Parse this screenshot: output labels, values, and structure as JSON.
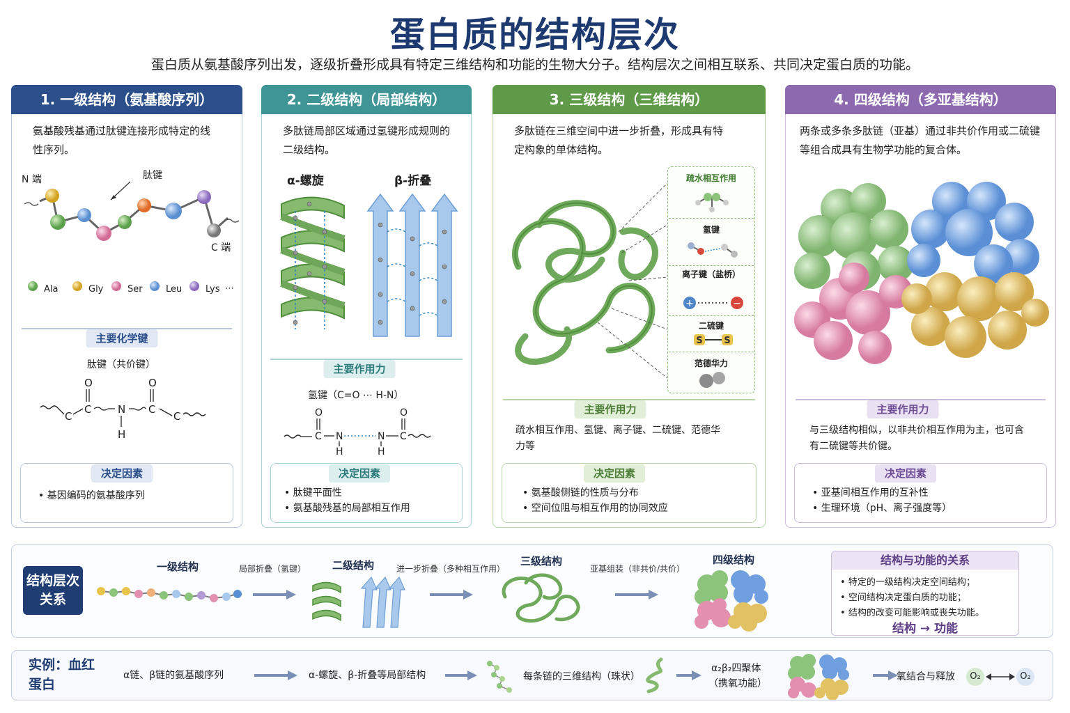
{
  "title": "蛋白质的结构层次",
  "subtitle": "蛋白质从氨基酸序列出发，逐级折叠形成具有特定三维结构和功能的生物大分子。结构层次之间相互联系、共同决定蛋白质的功能。",
  "colors": {
    "primary": "#2a4f8a",
    "secondary": "#3f9596",
    "tertiary": "#5e9a47",
    "quaternary": "#8d6aaf",
    "ribbon_green": "#7fb46a",
    "sheet_blue": "#9cc2e8"
  },
  "panels": [
    {
      "heading": "1. 一级结构（氨基酸序列）",
      "desc": "氨基酸残基通过肽键连接形成特定的线性序列。",
      "n_term": "N 端",
      "c_term": "C 端",
      "bond_label": "肽键",
      "legend": [
        "Ala",
        "Gly",
        "Ser",
        "Leu",
        "Lys",
        "⋯"
      ],
      "bond_title": "主要化学键",
      "bond_text": "肽键（共价键）",
      "factor_title": "决定因素",
      "factors": [
        "基因编码的氨基酸序列"
      ]
    },
    {
      "heading": "2. 二级结构（局部结构）",
      "desc": "多肽链局部区域通过氢键形成规则的二级结构。",
      "helix_label": "α-螺旋",
      "sheet_label": "β-折叠",
      "force_title": "主要作用力",
      "force_text": "氢键（C=O ⋯ H-N）",
      "factor_title": "决定因素",
      "factors": [
        "肽键平面性",
        "氨基酸残基的局部相互作用"
      ]
    },
    {
      "heading": "3. 三级结构（三维结构）",
      "desc": "多肽链在三维空间中进一步折叠，形成具有特定构象的单体结构。",
      "interactions": [
        "疏水相互作用",
        "氢键",
        "离子键（盐桥）",
        "二硫键",
        "范德华力"
      ],
      "force_title": "主要作用力",
      "force_text": "疏水相互作用、氢键、离子键、二硫键、范德华力等",
      "factor_title": "决定因素",
      "factors": [
        "氨基酸侧链的性质与分布",
        "空间位阻与相互作用的协同效应"
      ]
    },
    {
      "heading": "4. 四级结构（多亚基结构）",
      "desc": "两条或多条多肽链（亚基）通过非共价作用或二硫键等组合成具有生物学功能的复合体。",
      "force_title": "主要作用力",
      "force_text": "与三级结构相似，以非共价相互作用为主，也可含有二硫键等共价键。",
      "factor_title": "决定因素",
      "factors": [
        "亚基间相互作用的互补性",
        "生理环境（pH、离子强度等）"
      ]
    }
  ],
  "flow": {
    "tag": "结构层次关系",
    "stages": [
      "一级结构",
      "二级结构",
      "三级结构",
      "四级结构"
    ],
    "steps": [
      "局部折叠（氢键）",
      "进一步折叠（多种相互作用）",
      "亚基组装（非共价/共价）"
    ],
    "relation_title": "结构与功能的关系",
    "relations": [
      "特定的一级结构决定空间结构；",
      "空间结构决定蛋白质的功能；",
      "结构的改变可能影响或丧失功能。"
    ],
    "relation_summary": "结构 → 功能"
  },
  "example": {
    "title": "实例：血红蛋白",
    "items": [
      "α链、β链的氨基酸序列",
      "α-螺旋、β-折叠等局部结构",
      "每条链的三维结构（珠状）",
      "α₂β₂四聚体",
      "（携氧功能）",
      "氧结合与释放"
    ],
    "o2_left": "O₂",
    "o2_right": "O₂"
  }
}
